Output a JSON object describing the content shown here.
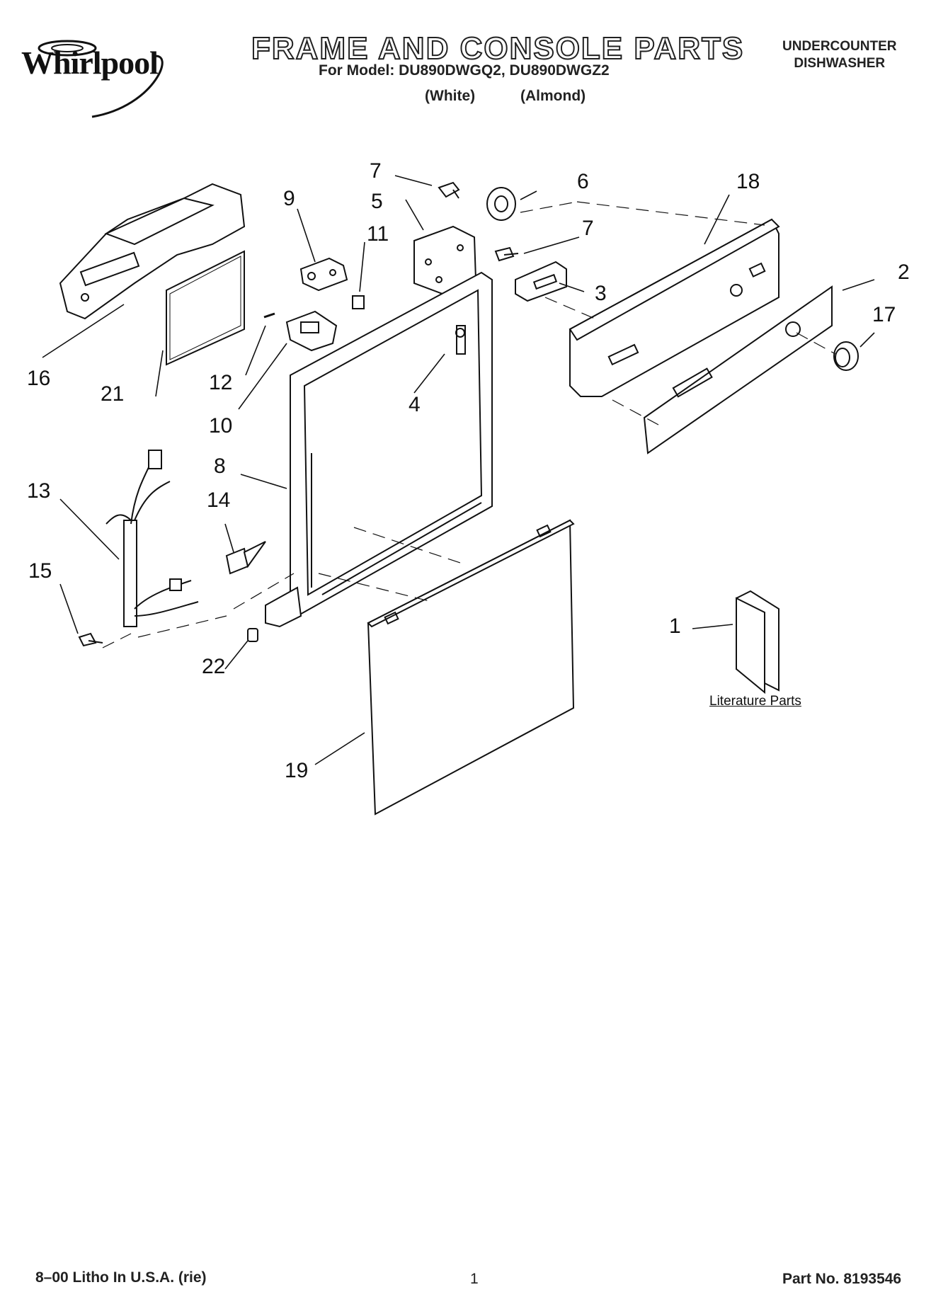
{
  "header": {
    "brand": "Whirlpool",
    "title": "FRAME AND CONSOLE PARTS",
    "model_line": "For Model: DU890DWGQ2, DU890DWGZ2",
    "color_white": "(White)",
    "color_almond": "(Almond)",
    "appliance_type_line1": "UNDERCOUNTER",
    "appliance_type_line2": "DISHWASHER"
  },
  "callouts": {
    "c1": "1",
    "c2": "2",
    "c3": "3",
    "c4": "4",
    "c5": "5",
    "c6": "6",
    "c7a": "7",
    "c7b": "7",
    "c8": "8",
    "c9": "9",
    "c10": "10",
    "c11": "11",
    "c12": "12",
    "c13": "13",
    "c14": "14",
    "c15": "15",
    "c16": "16",
    "c17": "17",
    "c18": "18",
    "c19": "19",
    "c21": "21",
    "c22": "22"
  },
  "literature_label": "Literature Parts",
  "footer": {
    "left": "8–00 Litho In U.S.A. (rie)",
    "page": "1",
    "part_no": "Part No. 8193546"
  }
}
